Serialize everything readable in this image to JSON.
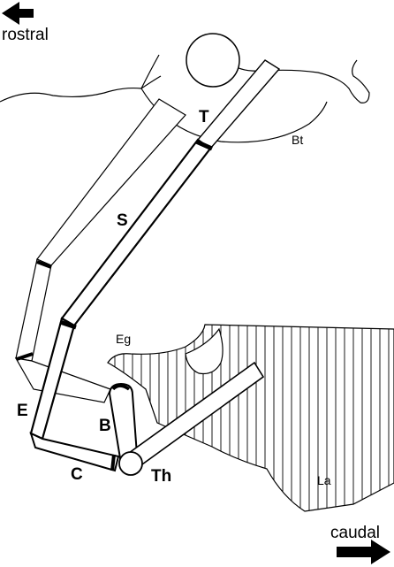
{
  "directions": {
    "rostral": "rostral",
    "caudal": "caudal"
  },
  "labels": {
    "T": "T",
    "Bt": "Bt",
    "S": "S",
    "Eg": "Eg",
    "E": "E",
    "B": "B",
    "C": "C",
    "Th": "Th",
    "La": "La"
  },
  "colors": {
    "ink": "#000000",
    "paper": "#ffffff"
  },
  "icons": {
    "rostral_arrow": "arrow-left-icon",
    "caudal_arrow": "arrow-right-icon"
  }
}
